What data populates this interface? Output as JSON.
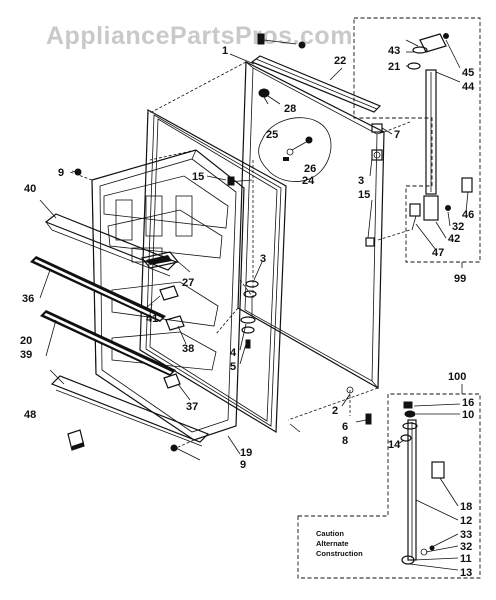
{
  "watermark": "AppliancePartsPros.com",
  "caption": [
    "Caution",
    "Alternate",
    "Construction"
  ],
  "labels": [
    "1",
    "2",
    "3",
    "3",
    "4",
    "5",
    "6",
    "7",
    "8",
    "9",
    "9",
    "10",
    "11",
    "12",
    "13",
    "14",
    "15",
    "15",
    "16",
    "18",
    "19",
    "20",
    "21",
    "22",
    "24",
    "25",
    "26",
    "27",
    "28",
    "32",
    "32",
    "33",
    "36",
    "37",
    "38",
    "39",
    "40",
    "41",
    "42",
    "43",
    "44",
    "45",
    "46",
    "47",
    "48",
    "99",
    "100"
  ]
}
